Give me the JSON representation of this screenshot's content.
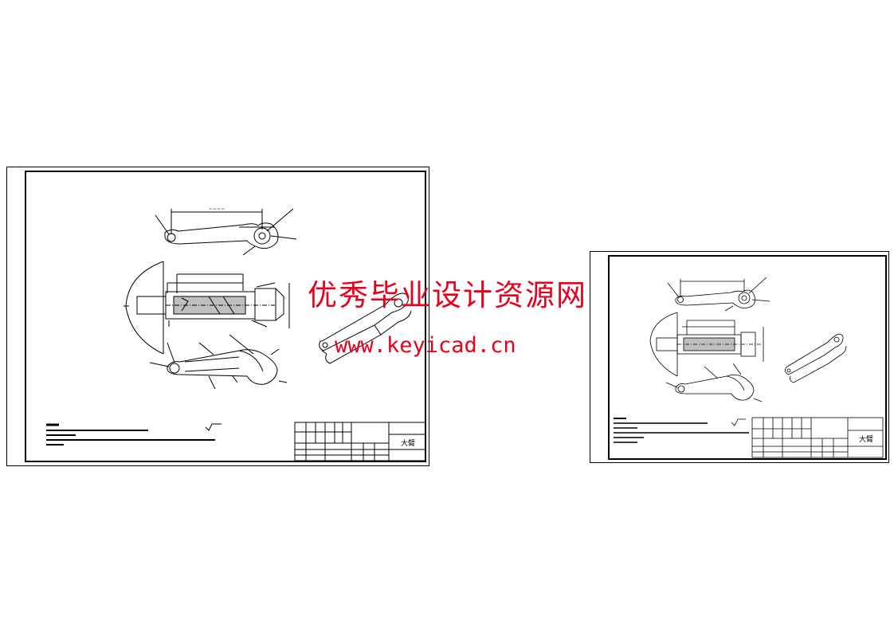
{
  "watermark": {
    "site_name": "优秀毕业设计资源网",
    "url": "www.keyicad.cn"
  },
  "sheets": [
    {
      "title_block": {
        "part_name": "大臂"
      }
    },
    {
      "title_block": {
        "part_name": "大臂"
      }
    }
  ],
  "colors": {
    "line": "#000000",
    "watermark": "#e8001c",
    "background": "#ffffff"
  }
}
